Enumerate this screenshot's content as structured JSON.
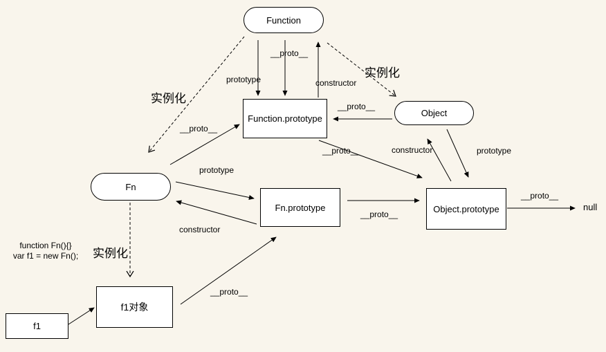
{
  "colors": {
    "background": "#f9f5ec",
    "line": "#000000",
    "node_fill": "#ffffff"
  },
  "nodes": {
    "function": "Function",
    "function_prototype": "Function.prototype",
    "object": "Object",
    "fn": "Fn",
    "fn_prototype": "Fn.prototype",
    "object_prototype": "Object.prototype",
    "f1_object": "f1对象",
    "f1": "f1",
    "null_value": "null"
  },
  "edge_labels": {
    "top_proto": "__proto__",
    "top_prototype": "prototype",
    "top_constructor": "constructor",
    "instantiate_to_object": "实例化",
    "instantiate_to_fn": "实例化",
    "object_to_functionproto_proto": "__proto__",
    "fn_to_functionproto_proto": "__proto__",
    "functionproto_to_objectproto_proto": "__proto__",
    "objectproto_to_object_constructor": "constructor",
    "object_to_objectproto_prototype": "prototype",
    "fn_to_fnproto_prototype": "prototype",
    "fnproto_to_fn_constructor": "constructor",
    "fnproto_to_objectproto_proto": "__proto__",
    "objectproto_to_null_proto": "__proto__",
    "instantiate_fn_to_f1object": "实例化",
    "f1object_to_fnproto_proto": "__proto__"
  },
  "code_note": {
    "line1": "function Fn(){}",
    "line2": "var f1 = new Fn();"
  }
}
